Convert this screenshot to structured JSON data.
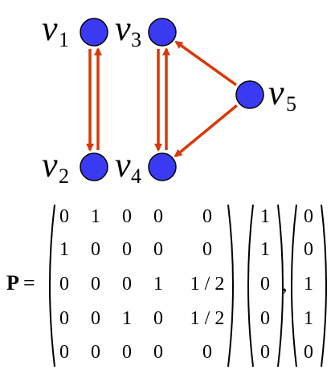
{
  "graph": {
    "node_color": "#3a3af2",
    "node_stroke": "#000000",
    "edge_color": "#d63a0a",
    "nodes": [
      {
        "id": "v1",
        "letter": "v",
        "sub": "1"
      },
      {
        "id": "v2",
        "letter": "v",
        "sub": "2"
      },
      {
        "id": "v3",
        "letter": "v",
        "sub": "3"
      },
      {
        "id": "v4",
        "letter": "v",
        "sub": "4"
      },
      {
        "id": "v5",
        "letter": "v",
        "sub": "5"
      }
    ],
    "edges": [
      {
        "from": "v1",
        "to": "v2"
      },
      {
        "from": "v2",
        "to": "v1"
      },
      {
        "from": "v3",
        "to": "v4"
      },
      {
        "from": "v4",
        "to": "v3"
      },
      {
        "from": "v5",
        "to": "v3"
      },
      {
        "from": "v5",
        "to": "v4"
      }
    ]
  },
  "equation": {
    "symbol": "P",
    "equals": "=",
    "comma": ",",
    "matrix": [
      [
        "0",
        "1",
        "0",
        "0",
        "0"
      ],
      [
        "1",
        "0",
        "0",
        "0",
        "0"
      ],
      [
        "0",
        "0",
        "0",
        "1",
        "1 / 2"
      ],
      [
        "0",
        "0",
        "1",
        "0",
        "1 / 2"
      ],
      [
        "0",
        "0",
        "0",
        "0",
        "0"
      ]
    ],
    "vector_a": [
      "1",
      "1",
      "0",
      "0",
      "0"
    ],
    "vector_b": [
      "0",
      "0",
      "1",
      "1",
      "0"
    ]
  }
}
